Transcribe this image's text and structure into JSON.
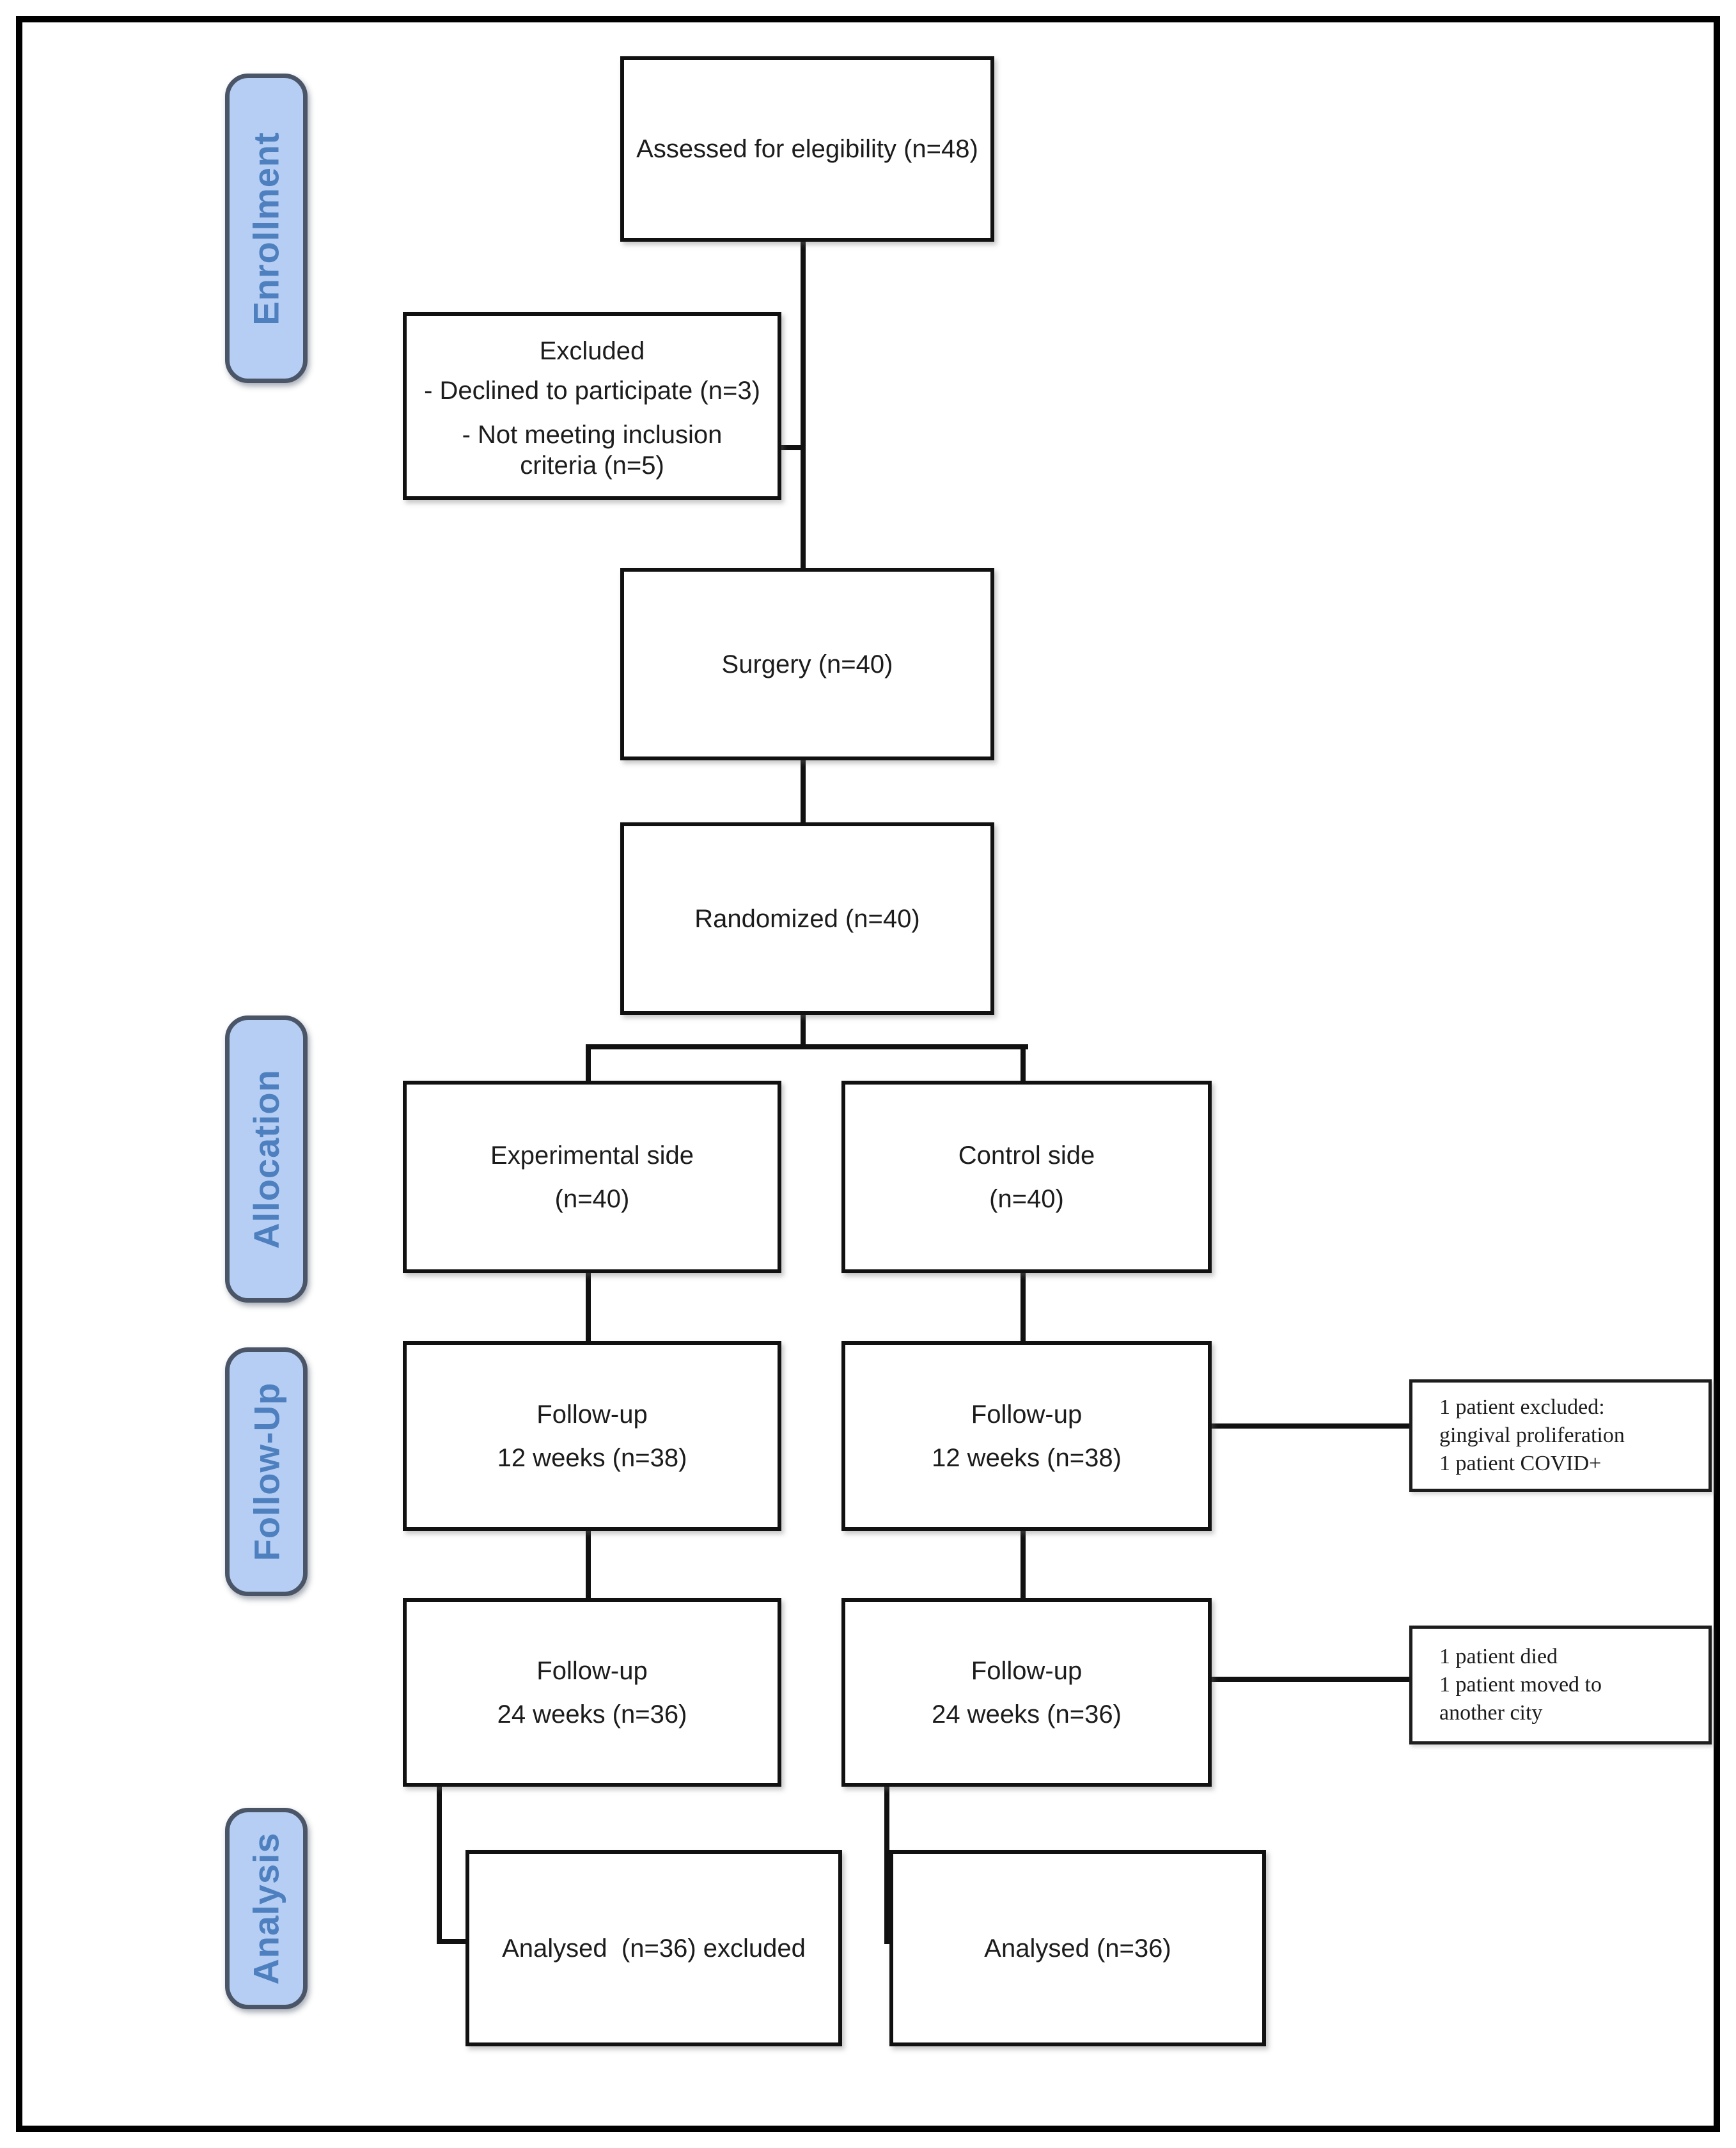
{
  "diagram": {
    "stages": [
      {
        "id": "enrollment",
        "label": "Enrollment"
      },
      {
        "id": "allocation",
        "label": "Allocation"
      },
      {
        "id": "followup",
        "label": "Follow-Up"
      },
      {
        "id": "analysis",
        "label": "Analysis"
      }
    ],
    "boxes": {
      "assessed": {
        "text": "Assessed for elegibility (n=48)"
      },
      "excluded": {
        "title": "Excluded",
        "reason1": "- Declined to participate (n=3)",
        "reason2": "- Not meeting inclusion criteria (n=5)"
      },
      "surgery": {
        "text": "Surgery (n=40)"
      },
      "randomized": {
        "text": "Randomized (n=40)"
      },
      "experimental": {
        "line1": "Experimental side",
        "line2": "(n=40)"
      },
      "control": {
        "line1": "Control side",
        "line2": "(n=40)"
      },
      "followup12_experimental": {
        "line1": "Follow-up",
        "line2": "12 weeks (n=38)"
      },
      "followup12_control": {
        "line1": "Follow-up",
        "line2": "12 weeks (n=38)"
      },
      "followup24_experimental": {
        "line1": "Follow-up",
        "line2": "24 weeks (n=36)"
      },
      "followup24_control": {
        "line1": "Follow-up",
        "line2": "24 weeks (n=36)"
      },
      "analysed_experimental": {
        "text": "Analysed  (n=36) excluded"
      },
      "analysed_control": {
        "text": "Analysed (n=36)"
      }
    },
    "side_notes": {
      "followup12": {
        "line1": "1 patient excluded:",
        "line2": "gingival proliferation",
        "line3": "1 patient COVID+"
      },
      "followup24": {
        "line1": "1 patient died",
        "line2": "1 patient moved to",
        "line3": "another city"
      }
    },
    "colors": {
      "stage_fill": "#b6cef3",
      "stage_text": "#4e80bf",
      "stage_border": "#4a5568",
      "box_border": "#111111",
      "connector": "#111111",
      "background": "#ffffff"
    }
  }
}
